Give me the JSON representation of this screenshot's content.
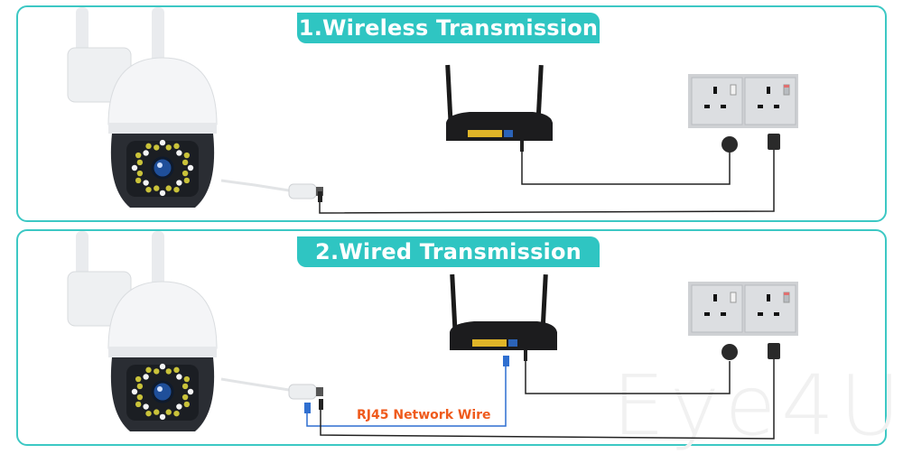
{
  "panels": [
    {
      "title": "1.Wireless Transmission",
      "devices": [
        "wifi-camera",
        "router",
        "double-wall-socket",
        "router-power-adapter",
        "camera-power-adapter"
      ]
    },
    {
      "title": "2.Wired Transmission",
      "devices": [
        "wifi-camera",
        "router",
        "double-wall-socket",
        "router-power-adapter",
        "camera-power-adapter"
      ],
      "cable_label": "RJ45 Network Wire"
    }
  ],
  "watermark": "Eye4U",
  "colors": {
    "accent": "#2fc5c2",
    "border": "#3cc8c4",
    "cable_label": "#ef5a1c",
    "network_cable": "#2f6fd0",
    "power_cable": "#222222"
  }
}
